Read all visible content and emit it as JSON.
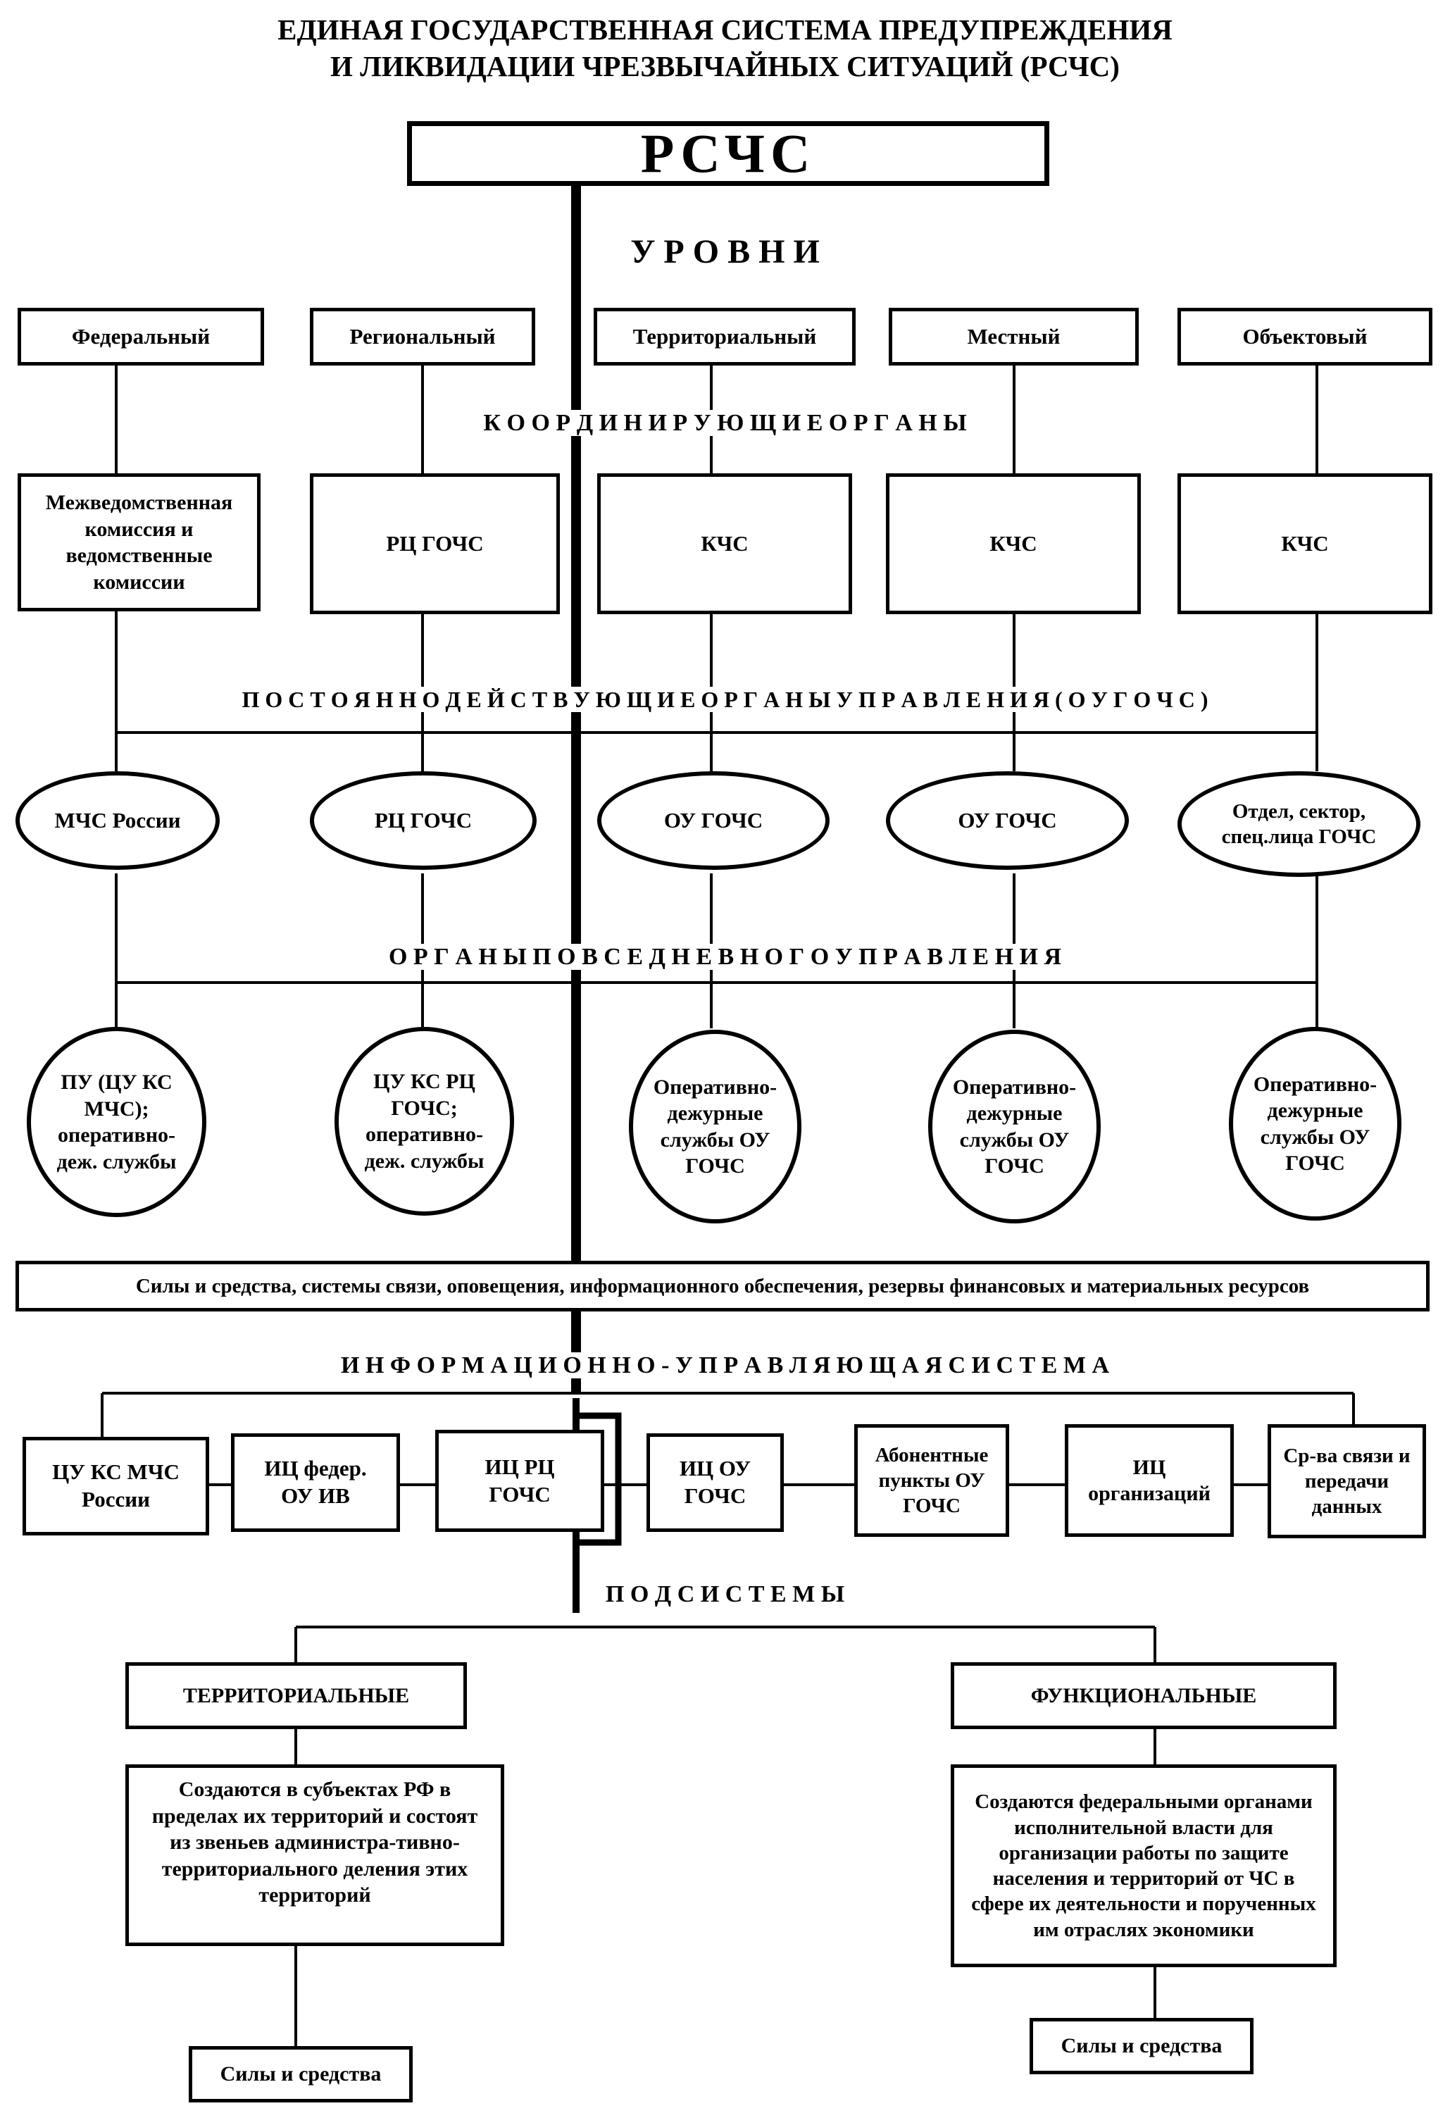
{
  "title": {
    "line1": "ЕДИНАЯ ГОСУДАРСТВЕННАЯ СИСТЕМА ПРЕДУПРЕЖДЕНИЯ",
    "line2": "И ЛИКВИДАЦИИ ЧРЕЗВЫЧАЙНЫХ СИТУАЦИЙ (РСЧС)"
  },
  "root": "РСЧС",
  "sections": {
    "levels": "У Р О В Н И",
    "coordinating": "К О О Р Д И Н И Р У Ю Щ И Е   О Р Г А Н Ы",
    "permanent": "П О С Т О Я Н Н О  Д Е Й С Т В У Ю Щ И Е  О Р Г А Н Ы  У П Р А В Л Е Н И Я  ( О У  Г О Ч С )",
    "daily": "О Р Г А Н Ы   П О В С Е Д Н Е В Н О Г О   У П Р А В Л Е Н И Я",
    "info_system": "И Н Ф О Р М А Ц И О Н Н О - У П Р А В Л Я Ю Щ А Я   С И С Т Е М А",
    "subsystems": "П О Д С И С Т Е М Ы"
  },
  "levels": [
    "Федеральный",
    "Региональный",
    "Территориальный",
    "Местный",
    "Объектовый"
  ],
  "coordinating_bodies": [
    "Межведомственная комиссия и ведомственные комиссии",
    "РЦ ГОЧС",
    "КЧС",
    "КЧС",
    "КЧС"
  ],
  "permanent_bodies": [
    "МЧС России",
    "РЦ ГОЧС",
    "ОУ ГОЧС",
    "ОУ ГОЧС",
    "Отдел, сектор, спец.лица ГОЧС"
  ],
  "daily_bodies": [
    "ПУ (ЦУ КС МЧС); оперативно-деж. службы",
    "ЦУ КС РЦ ГОЧС; оперативно-деж. службы",
    "Оперативно-дежурные службы ОУ ГОЧС",
    "Оперативно-дежурные службы ОУ ГОЧС",
    "Оперативно-дежурные службы ОУ ГОЧС"
  ],
  "forces_bar": "Силы и средства, системы связи, оповещения, информационного обеспечения, резервы финансовых и материальных ресурсов",
  "info_nodes": [
    "ЦУ КС МЧС России",
    "ИЦ федер. ОУ ИВ",
    "ИЦ РЦ ГОЧС",
    "ИЦ ОУ ГОЧС",
    "Абонентные пункты ОУ ГОЧС",
    "ИЦ организаций",
    "Ср-ва связи и передачи данных"
  ],
  "subsystems": {
    "territorial": {
      "title": "ТЕРРИТОРИАЛЬНЫЕ",
      "description": "Создаются в субъектах РФ в пределах их территорий и состоят из звеньев администра-тивно-территориального деления этих территорий",
      "forces": "Силы и средства"
    },
    "functional": {
      "title": "ФУНКЦИОНАЛЬНЫЕ",
      "description": "Создаются федеральными органами исполнительной власти для организации работы по защите населения и территорий от ЧС в сфере их деятельности и порученных им отраслях экономики",
      "forces": "Силы и средства"
    }
  }
}
